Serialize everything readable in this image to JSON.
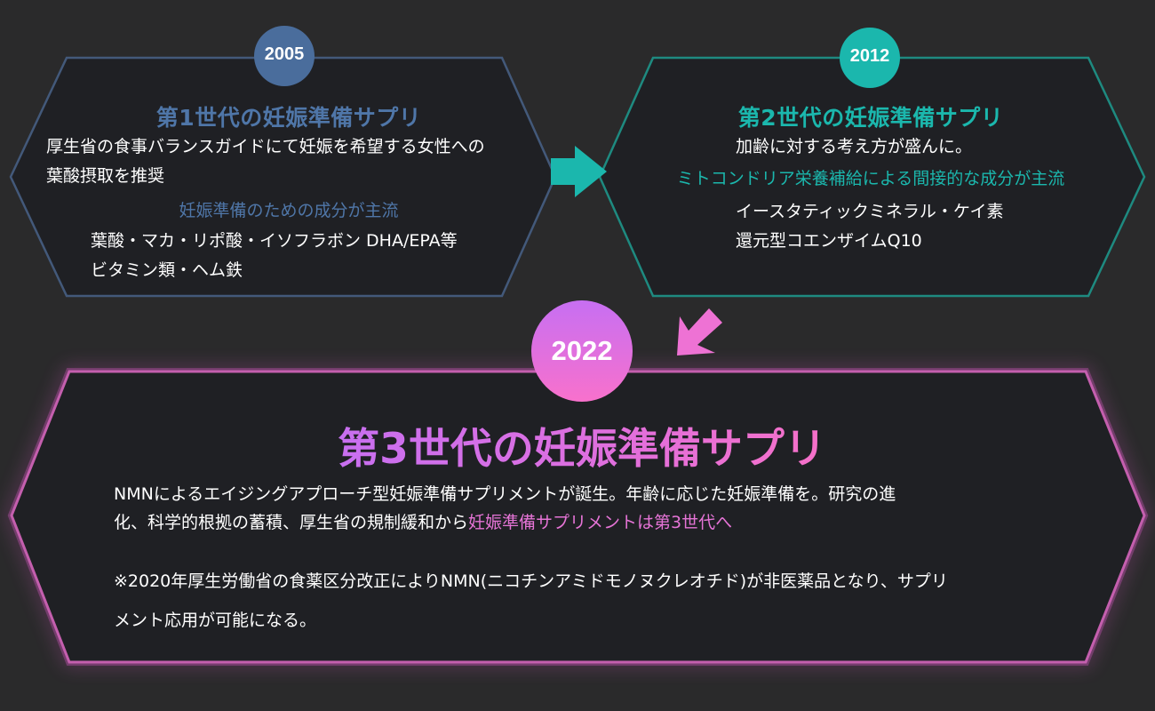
{
  "colors": {
    "background": "#2a2a2b",
    "panel_fill": "#1f2024",
    "gen1_accent": "#4a6d9c",
    "gen1_title": "#4f76a8",
    "gen2_accent": "#1bb7ad",
    "gen2_border": "#1e8a80",
    "gen3_accent_start": "#c86ff0",
    "gen3_accent_end": "#f670c8",
    "gen3_border": "#c45fae"
  },
  "gen1": {
    "year": "2005",
    "title": "第1世代の妊娠準備サプリ",
    "description_lines": [
      "厚生省の食事バランスガイドにて妊娠を希望する女性への",
      "葉酸摂取を推奨"
    ],
    "subheading": "妊娠準備のための成分が主流",
    "ingredients": [
      "葉酸・マカ・リポ酸・イソフラボン DHA/EPA等",
      "ビタミン類・ヘム鉄"
    ]
  },
  "gen2": {
    "year": "2012",
    "title": "第2世代の妊娠準備サプリ",
    "description_lines": [
      "加齢に対する考え方が盛んに。"
    ],
    "subheading": "ミトコンドリア栄養補給による間接的な成分が主流",
    "ingredients": [
      "イースタティックミネラル・ケイ素",
      "還元型コエンザイムQ10"
    ]
  },
  "gen3": {
    "year": "2022",
    "title": "第3世代の妊娠準備サプリ",
    "paragraph_line1": "NMNによるエイジングアプローチ型妊娠準備サプリメントが誕生。年齢に応じた妊娠準備を。研究の進",
    "paragraph_line2_prefix": "化、科学的根拠の蓄積、厚生省の規制緩和から",
    "paragraph_line2_highlight": "妊娠準備サプリメントは第3世代へ",
    "note_line1": "※2020年厚生労働省の食薬区分改正によりNMN(ニコチンアミドモノヌクレオチド)が非医薬品となり、サプリ",
    "note_line2": "メント応用が可能になる。"
  },
  "arrows": {
    "gen1_to_gen2": "arrow-right",
    "gen2_to_gen3": "arrow-down-left"
  }
}
